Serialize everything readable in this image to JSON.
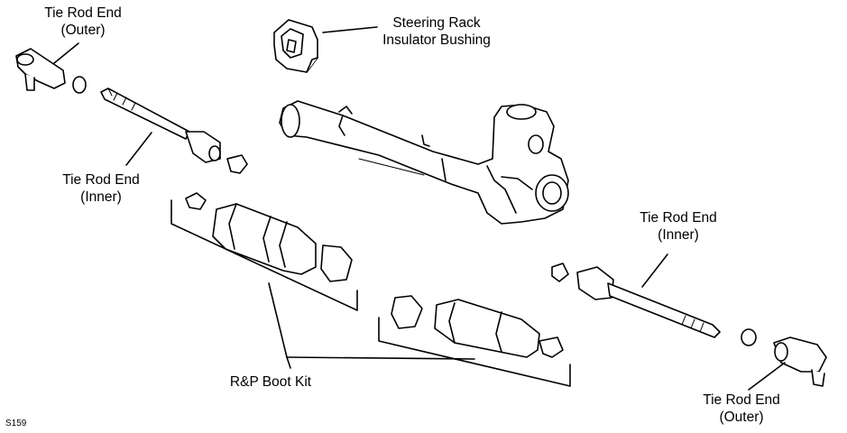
{
  "labels": {
    "outer_left": {
      "line1": "Tie Rod End",
      "line2": "(Outer)"
    },
    "inner_left": {
      "line1": "Tie Rod End",
      "line2": "(Inner)"
    },
    "bushing": {
      "line1": "Steering Rack",
      "line2": "Insulator Bushing"
    },
    "inner_right": {
      "line1": "Tie Rod End",
      "line2": "(Inner)"
    },
    "outer_right": {
      "line1": "Tie Rod End",
      "line2": "(Outer)"
    },
    "boot_kit": "R&P Boot Kit"
  },
  "figure_code": "S159"
}
